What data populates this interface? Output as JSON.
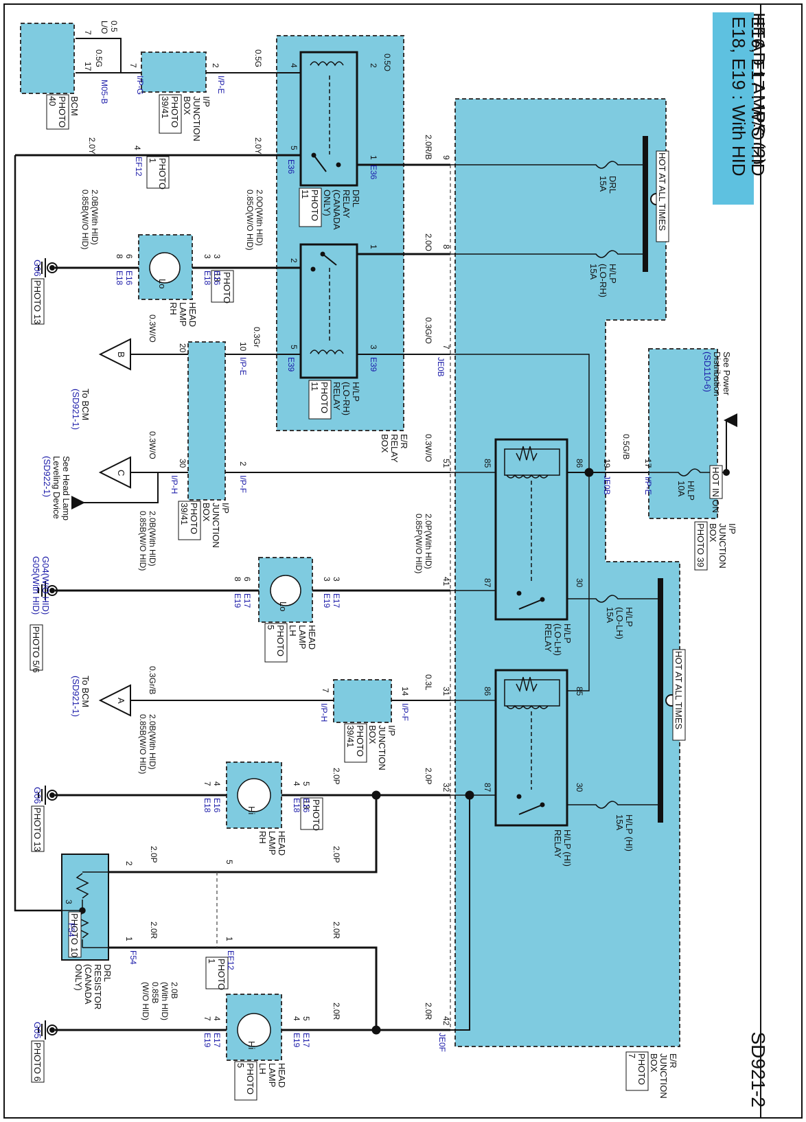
{
  "header": {
    "title": "HEAD LAMPS (2)",
    "code": "SD921-2",
    "variant_line1": "E16, E17 : W/O HID",
    "variant_line2": "E18, E19 : With HID"
  },
  "power": {
    "hot_at_all_times": "HOT AT ALL TIMES",
    "hot_in_on": "HOT IN ON",
    "fuses": {
      "drl": [
        "DRL",
        "15A"
      ],
      "lo_rh": [
        "H/LP",
        "(LO-RH)",
        "15A"
      ],
      "lo_lh": [
        "H/LP",
        "(LO-LH)",
        "15A"
      ],
      "hi": [
        "H/LP (HI)",
        "15A"
      ],
      "ign": [
        "H/LP",
        "10A"
      ]
    },
    "see_power": [
      "See Power",
      "Distribution",
      "(SD110-6)"
    ]
  },
  "boxes": {
    "er_junction": [
      "E/R",
      "JUNCTION",
      "BOX"
    ],
    "er_junction_photo": [
      "PHOTO",
      "7"
    ],
    "ip_junction_right": [
      "I/P",
      "JUNCTION",
      "BOX"
    ],
    "ip_junction_right_photo": "PHOTO 39",
    "er_relay": [
      "E/R",
      "RELAY",
      "BOX"
    ],
    "ip_junction_top": [
      "I/P",
      "JUNCTION",
      "BOX"
    ],
    "ip_junction_top_photo": [
      "PHOTO",
      "39/41"
    ],
    "ip_junction_mid": [
      "I/P",
      "JUNCTION",
      "BOX"
    ],
    "ip_junction_mid_photo": [
      "PHOTO",
      "39/41"
    ],
    "ip_junction_lower": [
      "I/P",
      "JUNCTION",
      "BOX"
    ],
    "ip_junction_lower_photo": [
      "PHOTO",
      "39/41"
    ],
    "bcm": "BCM",
    "bcm_photo": [
      "PHOTO",
      "40"
    ]
  },
  "relays": {
    "drl": [
      "DRL",
      "RELAY",
      "(CANADA",
      "ONLY)"
    ],
    "drl_photo": [
      "PHOTO",
      "11"
    ],
    "lo_rh": [
      "H/LP",
      "(LO-RH)",
      "RELAY"
    ],
    "lo_rh_photo": [
      "PHOTO",
      "11"
    ],
    "lo_lh": [
      "H/LP",
      "(LO-LH)",
      "RELAY"
    ],
    "hi": [
      "H/LP (HI)",
      "RELAY"
    ]
  },
  "lamps": {
    "rh_lo": [
      "HEAD",
      "LAMP",
      "RH"
    ],
    "lh_lo": [
      "HEAD",
      "LAMP",
      "LH"
    ],
    "rh_hi": [
      "HEAD",
      "LAMP",
      "RH"
    ],
    "lh_hi": [
      "HEAD",
      "LAMP",
      "LH"
    ],
    "lo": "Lo",
    "hi": "Hi",
    "photo_13": [
      "PHOTO",
      "13"
    ],
    "photo_5": [
      "PHOTO",
      "5"
    ]
  },
  "resistor": {
    "label": [
      "DRL",
      "RESISTOR",
      "(CANADA",
      "ONLY)"
    ],
    "photo": "PHOTO 10"
  },
  "grounds": {
    "g06a": "G06",
    "g06a_photo": "PHOTO 13",
    "g04": "G04(W/O HID)",
    "g05b": "G05(With HID)",
    "g04_photo": "PHOTO 5/6",
    "g06b": "G06",
    "g06b_photo": "PHOTO 13",
    "g05": "G05",
    "g05_photo": "PHOTO 6"
  },
  "bcm_refs": {
    "to_bcm_a": [
      "To BCM",
      "(SD921-1)"
    ],
    "to_bcm_bc": [
      "To BCM",
      "(SD921-1)"
    ],
    "leveling": [
      "See Head Lamp",
      "Leveling Device",
      "(SD922-1)"
    ],
    "tri_a": "A",
    "tri_b": "B",
    "tri_c": "C"
  },
  "connectors": {
    "M05B": "M05-B",
    "IPG": "I/P-G",
    "IPE": "I/P-E",
    "E36": "E36",
    "EF12": "EF12",
    "E16": "E16",
    "E18": "E18",
    "E39": "E39",
    "JE0B": "JE0B",
    "IPF": "I/P-F",
    "IPH": "I/P-H",
    "E17": "E17",
    "E19": "E19",
    "F54": "F54",
    "JE0F": "JE0F"
  },
  "photos": {
    "photo_1": [
      "PHOTO",
      "1"
    ]
  },
  "wires": {
    "w05O": "0.5O",
    "w05G": "0.5G",
    "w05LO": [
      "0.5",
      "L/O"
    ],
    "w20Y": "2.0Y",
    "w20RB": "2.0R/B",
    "w20O": "2.0O",
    "w20O_with": "2.0O(With HID)",
    "w085O_wo": "0.85O(W/O HID)",
    "w20B_with": "2.0B(With HID)",
    "w085B_wo": "0.85B(W/O HID)",
    "w03Gr": "0.3Gr",
    "w03GO": "0.3G/O",
    "w03WO": "0.3W/O",
    "w05GB": "0.5G/B",
    "w20P_with": "2.0P(With HID)",
    "w085P_wo": "0.85P(W/O HID)",
    "w03L": "0.3L",
    "w03GrB": "0.3Gr/B",
    "w20P": "2.0P",
    "w20R": "2.0R",
    "w20B": "2.0B",
    "w085B": "0.85B",
    "with_hid": "(With HID)",
    "wo_hid": "(W/O HID)"
  },
  "pins": {
    "p7": "7",
    "p17": "17",
    "p2": "2",
    "p4": "4",
    "p5": "5",
    "p1": "1",
    "p9": "9",
    "p3": "3",
    "p6": "6",
    "p8": "8",
    "p10": "10",
    "p20": "20",
    "p30": "30",
    "p51": "51",
    "p19": "19",
    "p85": "85",
    "p86": "86",
    "p87": "87",
    "p41": "41",
    "p31": "31",
    "p14": "14",
    "p32": "32",
    "p42": "42"
  },
  "colors": {
    "box_fill": "#7fcbe0",
    "line": "#111111",
    "conn_text": "#1a1aa8",
    "header_fill": "#5ec1e0"
  }
}
